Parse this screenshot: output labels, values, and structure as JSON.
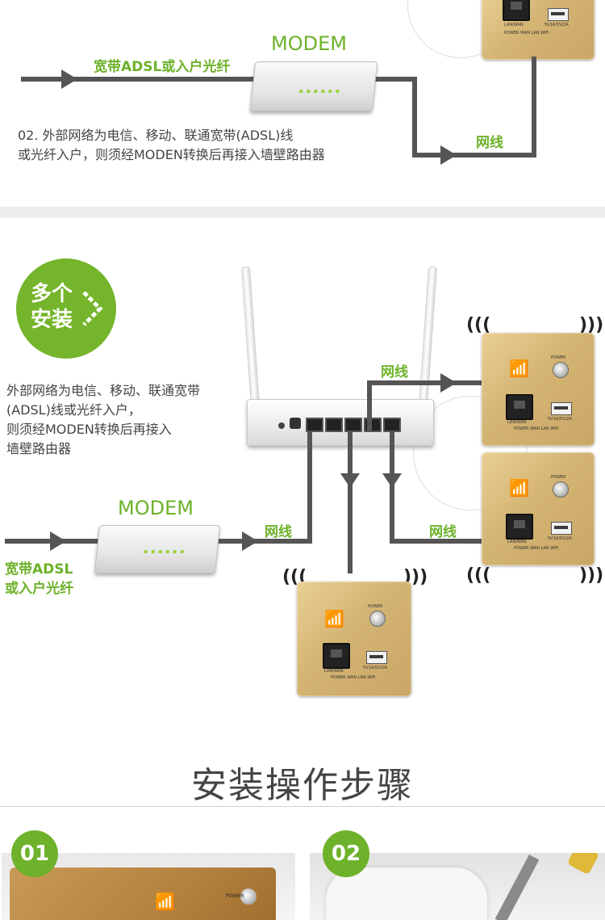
{
  "section1": {
    "modem_title": "MODEM",
    "broadband_label": "宽带ADSL或入户光纤",
    "cable_label": "网线",
    "desc_line1": "02. 外部网络为电信、移动、联通宽带(ADSL)线",
    "desc_line2": "或光纤入户，则须经MODEN转换后再接入墙壁路由器"
  },
  "section2": {
    "badge_line1": "多个",
    "badge_line2": "安装",
    "desc_line1": "外部网络为电信、移动、联通宽带",
    "desc_line2": "(ADSL)线或光纤入户，",
    "desc_line3": "则须经MODEN转换后再接入",
    "desc_line4": "墙壁路由器",
    "modem_title": "MODEM",
    "broadband_line1": "宽带ADSL",
    "broadband_line2": "或入户光纤",
    "cable_top": "网线",
    "cable_left": "网线",
    "cable_right": "网线"
  },
  "panel": {
    "power": "POWER",
    "lan_wan": "LAN/WAN",
    "usb_spec": "5V1A/5V/2A",
    "indicators": "POWER  WAN  LAN  WiFi"
  },
  "steps": {
    "title": "安装操作步骤",
    "step1": "01",
    "step2": "02"
  },
  "colors": {
    "accent_green": "#6db22a",
    "cable": "#555555",
    "panel_gold": "#d4b473"
  }
}
